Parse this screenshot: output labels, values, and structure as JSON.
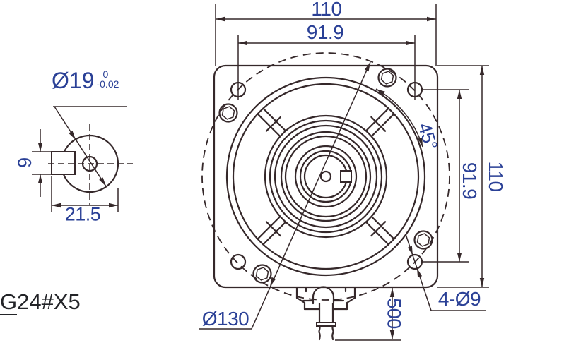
{
  "title": {
    "prefix": "G",
    "rest": "24#X5"
  },
  "shaft_detail": {
    "diameter": "Ø19",
    "tol_upper": "0",
    "tol_lower": "-0.02",
    "key_width": "6",
    "flat_width": "21.5"
  },
  "front_view": {
    "width_top": "110",
    "hole_span_top": "91.9",
    "height_right": "110",
    "hole_span_right": "91.9",
    "screw_angle": "45°",
    "mount_holes": "4-Ø9",
    "bolt_circle": "Ø130",
    "cable_length": "500"
  },
  "colors": {
    "line": "#35282a",
    "dim": "#2a4096",
    "title": "#232428"
  }
}
